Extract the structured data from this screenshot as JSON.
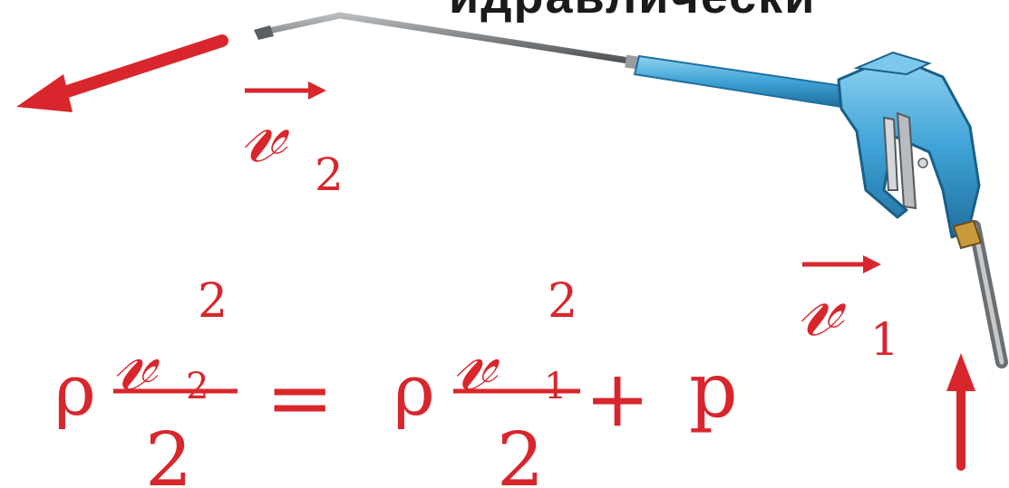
{
  "top_text": "идравлически",
  "velocity_labels": {
    "v2": {
      "symbol": "𝓋",
      "subscript": "2"
    },
    "v1": {
      "symbol": "𝓋",
      "subscript": "1"
    }
  },
  "formula": {
    "rho_left": "ρ",
    "v2_symbol": "𝓋",
    "v2_sub": "2",
    "v2_sup": "2",
    "den_left": "2",
    "equals": "=",
    "rho_right": "ρ",
    "v1_symbol": "𝓋",
    "v1_sub": "1",
    "v1_sup": "2",
    "den_right": "2",
    "plus": "+",
    "p": "p"
  },
  "colors": {
    "accent_red": "#d8262c",
    "gun_blue": "#3fa3d6",
    "gun_blue_dark": "#1f6f9e",
    "metal_gray": "#8c8f92"
  }
}
